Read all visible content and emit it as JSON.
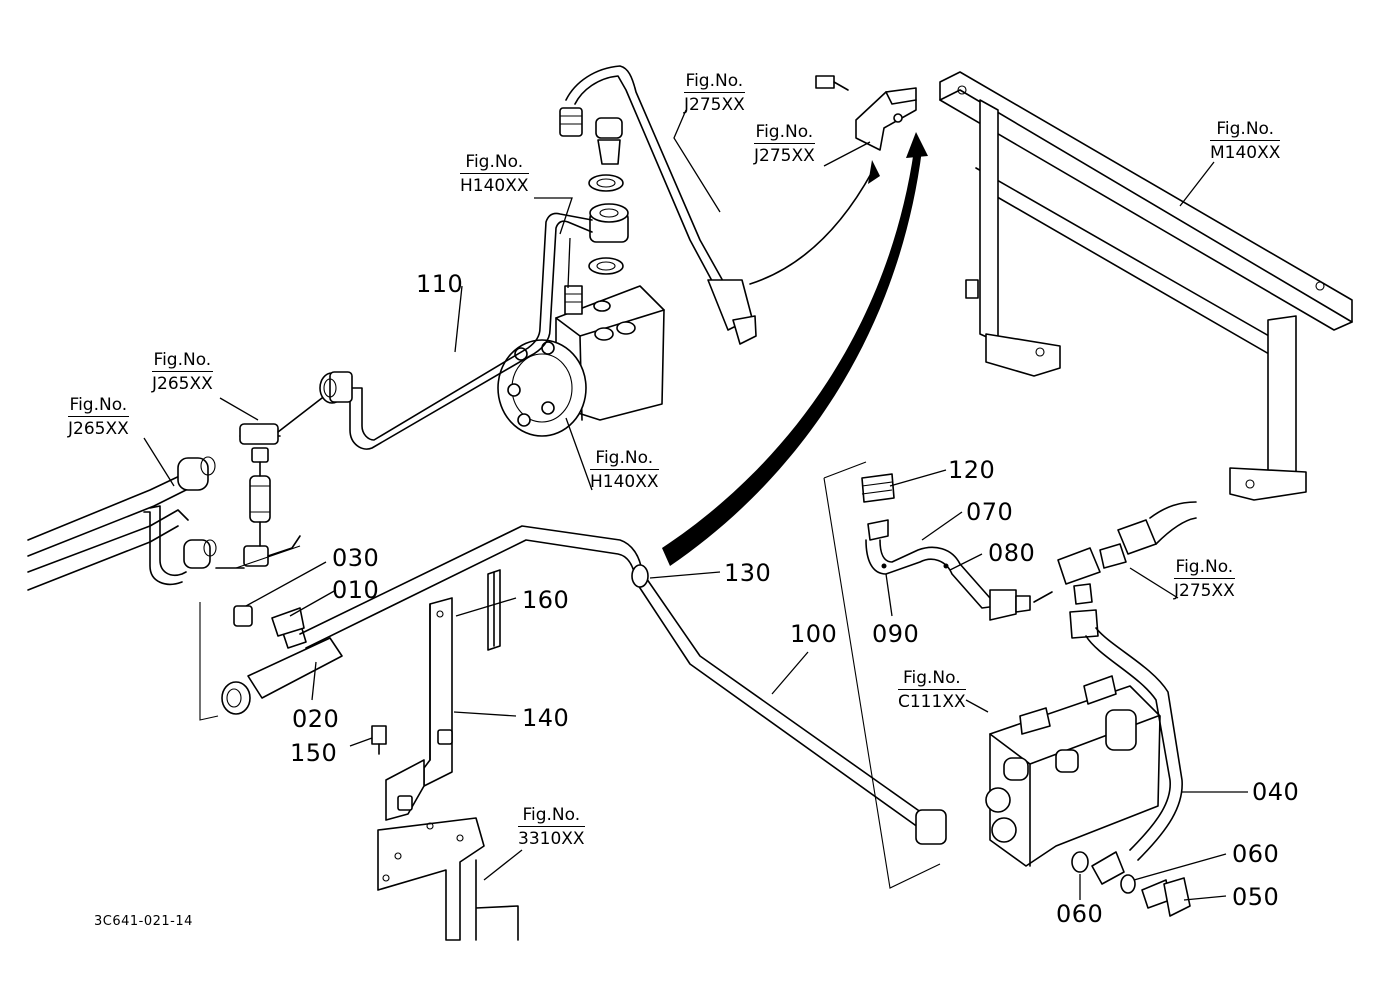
{
  "diagram": {
    "part_numbers": {
      "p110": "110",
      "p120": "120",
      "p070": "070",
      "p080": "080",
      "p090": "090",
      "p030": "030",
      "p010": "010",
      "p020": "020",
      "p160": "160",
      "p130": "130",
      "p140": "140",
      "p150": "150",
      "p100": "100",
      "p040": "040",
      "p060a": "060",
      "p060b": "060",
      "p050": "050"
    },
    "figure_refs": {
      "prefix": "Fig.No.",
      "j275_top": "J275XX",
      "j275_mid": "J275XX",
      "m140": "M140XX",
      "h140_top": "H140XX",
      "h140_bottom": "H140XX",
      "j265_inner": "J265XX",
      "j265_outer": "J265XX",
      "j275_right": "J275XX",
      "c111": "C111XX",
      "s3310": "3310XX"
    },
    "drawing_code": "3C641-021-14"
  }
}
